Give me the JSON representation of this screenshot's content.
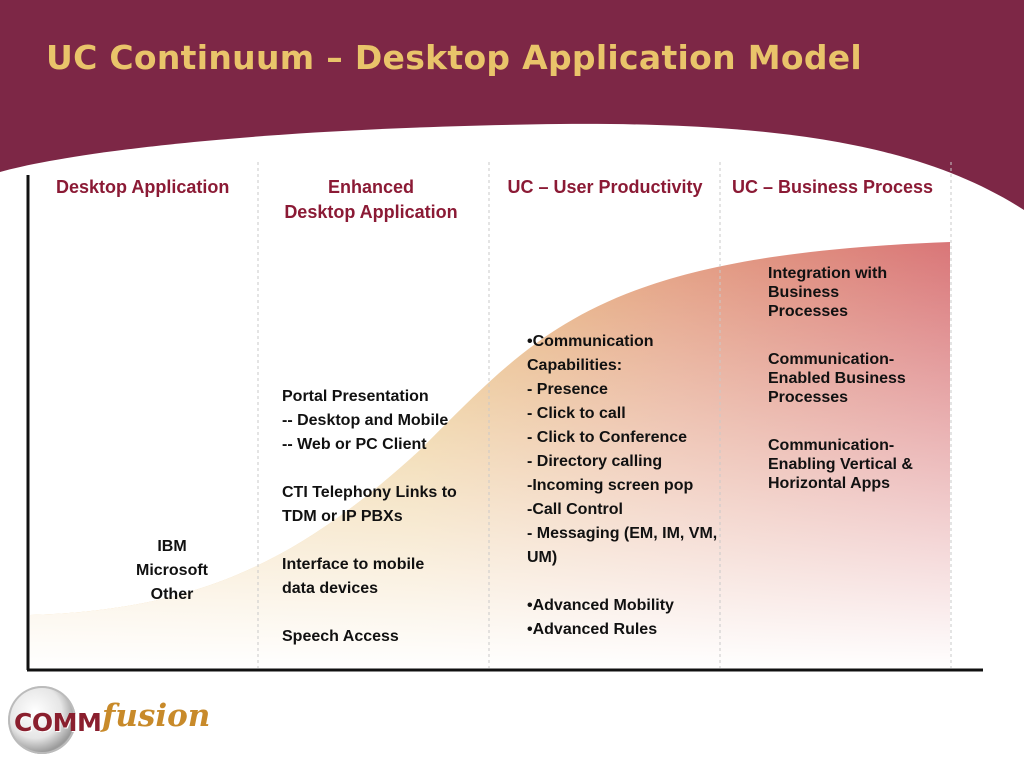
{
  "slide": {
    "title": "UC Continuum – Desktop Application Model",
    "colors": {
      "background": "#7d2746",
      "title": "#e9c46a",
      "header_text": "#8b1a35",
      "curve_gold": "#e6b96b",
      "curve_red": "#d67070"
    }
  },
  "columns": [
    {
      "header": [
        "Desktop Application"
      ],
      "lines": [
        "IBM",
        "Microsoft",
        "Other"
      ]
    },
    {
      "header": [
        "Enhanced",
        "Desktop Application"
      ],
      "lines": [
        "Portal Presentation",
        "-- Desktop and Mobile",
        "-- Web or PC Client",
        "",
        "CTI Telephony Links to",
        "TDM or IP PBXs",
        "",
        "Interface to mobile",
        "data devices",
        "",
        "Speech Access"
      ]
    },
    {
      "header": [
        "UC – User Productivity"
      ],
      "lines": [
        "•Communication",
        "Capabilities:",
        "- Presence",
        "- Click to call",
        "- Click to Conference",
        "- Directory calling",
        "-Incoming screen pop",
        "-Call Control",
        "- Messaging (EM, IM, VM,",
        "UM)",
        "",
        "•Advanced Mobility",
        "•Advanced Rules"
      ]
    },
    {
      "header": [
        "UC – Business Process"
      ],
      "paragraphs": [
        [
          "Integration with",
          "Business",
          "Processes"
        ],
        [
          "Communication-",
          "Enabled Business",
          "Processes"
        ],
        [
          "Communication-",
          "Enabling Vertical &",
          "Horizontal Apps"
        ]
      ]
    }
  ],
  "logo": {
    "part1": "COMM",
    "part2": "fusion"
  }
}
